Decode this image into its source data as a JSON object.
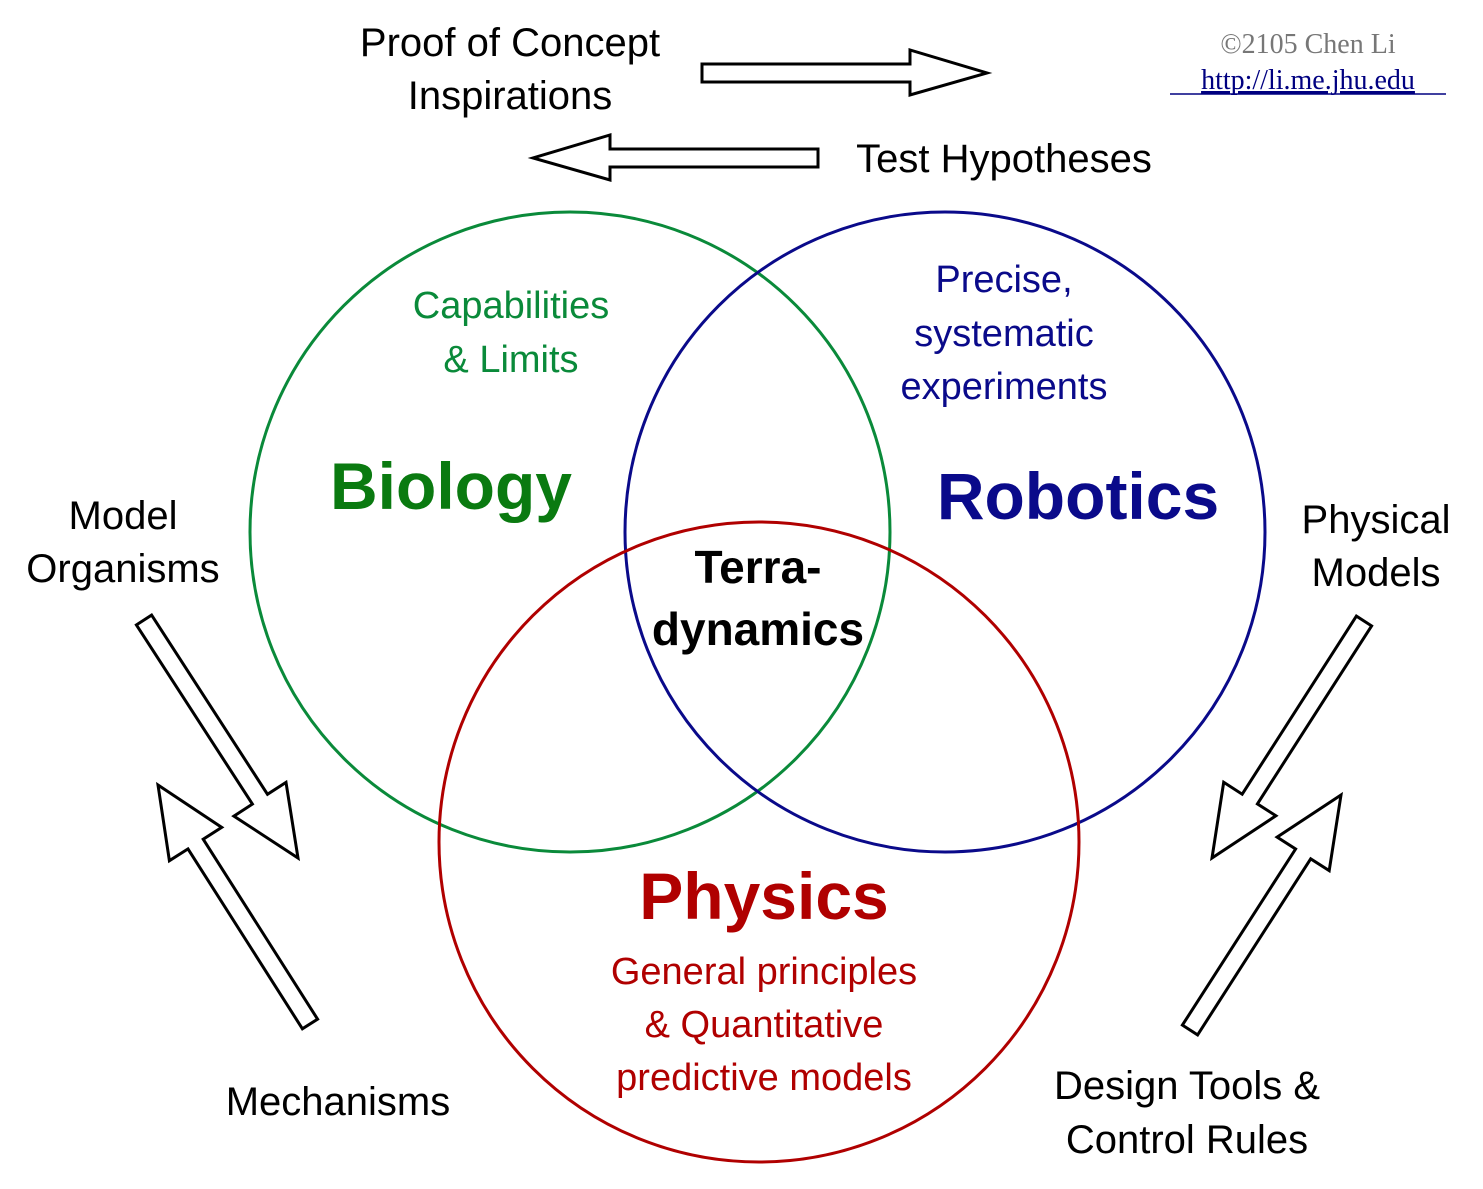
{
  "colors": {
    "biology": "#0a8a3a",
    "biology_title": "#0a7a10",
    "robotics": "#0a0a8a",
    "physics": "#b00000",
    "arrow_stroke": "#000000",
    "text": "#000000"
  },
  "credit": {
    "copyright": "©2105 Chen Li",
    "url": "http://li.me.jhu.edu"
  },
  "top": {
    "proof_line1": "Proof of Concept",
    "proof_line2": "Inspirations",
    "test": "Test Hypotheses"
  },
  "biology": {
    "title": "Biology",
    "sub_line1": "Capabilities",
    "sub_line2": "& Limits"
  },
  "robotics": {
    "title": "Robotics",
    "sub_line1": "Precise,",
    "sub_line2": "systematic",
    "sub_line3": "experiments"
  },
  "physics": {
    "title": "Physics",
    "sub_line1": "General principles",
    "sub_line2": "& Quantitative",
    "sub_line3": "predictive models"
  },
  "center": {
    "line1": "Terra-",
    "line2": "dynamics"
  },
  "left": {
    "model_line1": "Model",
    "model_line2": "Organisms",
    "mechanisms": "Mechanisms"
  },
  "right": {
    "physical_line1": "Physical",
    "physical_line2": "Models",
    "design_line1": "Design Tools &",
    "design_line2": "Control Rules"
  },
  "icons": {
    "arrow_right": "hollow-arrow-right-icon",
    "arrow_left": "hollow-arrow-left-icon",
    "arrow_down_right": "hollow-arrow-down-right-icon",
    "arrow_up_left": "hollow-arrow-up-left-icon",
    "arrow_down_left": "hollow-arrow-down-left-icon",
    "arrow_up_right": "hollow-arrow-up-right-icon"
  }
}
